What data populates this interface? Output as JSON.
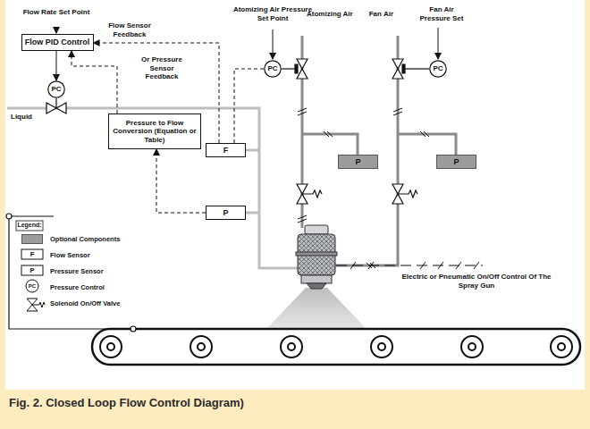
{
  "diagram": {
    "caption": "Fig. 2. Closed Loop Flow Control Diagram)",
    "nodes": [
      {
        "text": [
          "Flow PID Control"
        ]
      },
      {
        "text": [
          "PC"
        ]
      },
      {
        "text": [
          "F"
        ]
      },
      {
        "text": [
          "Pressure to Flow Conversion (Equation or Table)"
        ]
      },
      {
        "text": [
          "P"
        ]
      },
      {
        "text": [
          "PC"
        ]
      },
      {
        "text": [
          "P"
        ]
      },
      {
        "text": [
          "PC"
        ]
      },
      {
        "text": [
          "P"
        ]
      }
    ],
    "edges": [
      {
        "from": 0,
        "to": 1,
        "arrow": "to"
      },
      {
        "from": 2,
        "to": 0,
        "arrow": "to"
      },
      {
        "from": 4,
        "to": 3,
        "arrow": "to"
      },
      {
        "from": 3,
        "to": 0,
        "arrow": "to"
      },
      {
        "from": 5,
        "to": 2,
        "arrow": "none"
      }
    ],
    "labels": [
      "Flow Rate Set Point",
      "Flow Sensor Feedback",
      "Or Pressure Sensor Feedback",
      "Liquid",
      "Atomizing Air Pressure Set Point",
      "Atomizing Air",
      "Fan Air",
      "Fan Air Pressure Set",
      "Electric or Pneumatic On/Off Control Of The Spray Gun",
      "Legend:",
      "F",
      "P",
      "PC"
    ],
    "legend": [
      {
        "text": "Optional Components",
        "color": "#9c9c9c"
      },
      {
        "text": "Flow Sensor"
      },
      {
        "text": "Pressure Sensor"
      },
      {
        "text": "Pressure Control"
      },
      {
        "text": "Solenoid On/Off Valve"
      }
    ]
  }
}
